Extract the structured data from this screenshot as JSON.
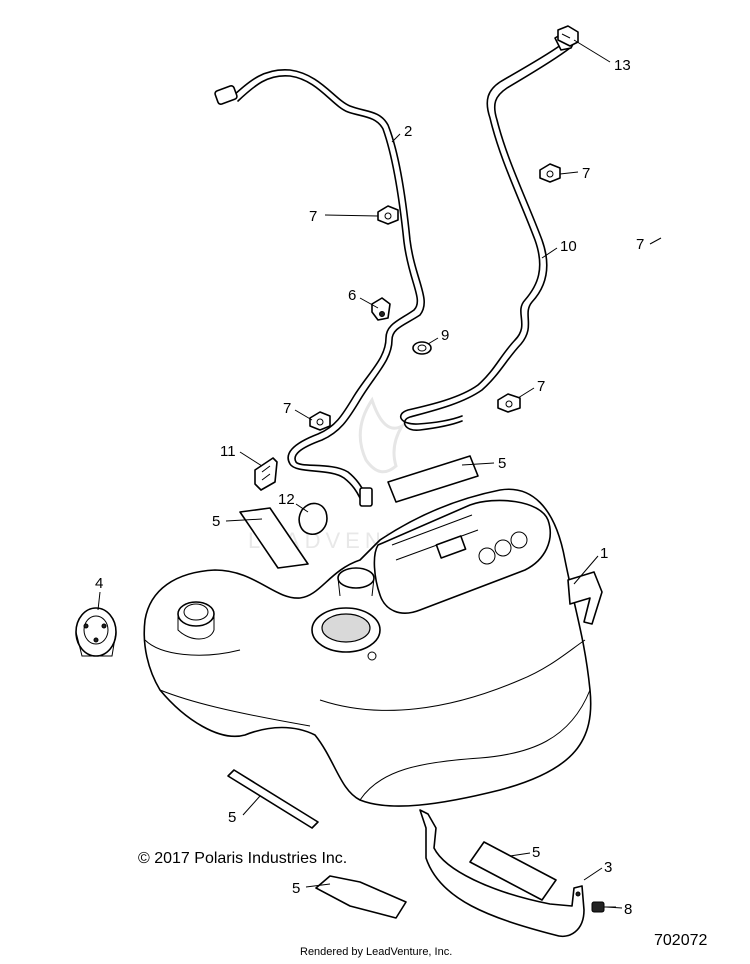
{
  "callouts": [
    {
      "id": "c2",
      "label": "2"
    },
    {
      "id": "c13",
      "label": "13"
    },
    {
      "id": "c7a",
      "label": "7"
    },
    {
      "id": "c7b",
      "label": "7"
    },
    {
      "id": "c7c",
      "label": "7"
    },
    {
      "id": "c10",
      "label": "10"
    },
    {
      "id": "c6",
      "label": "6"
    },
    {
      "id": "c9",
      "label": "9"
    },
    {
      "id": "c7d",
      "label": "7"
    },
    {
      "id": "c7e",
      "label": "7"
    },
    {
      "id": "c11",
      "label": "11"
    },
    {
      "id": "c5a",
      "label": "5"
    },
    {
      "id": "c12",
      "label": "12"
    },
    {
      "id": "c5b",
      "label": "5"
    },
    {
      "id": "c1",
      "label": "1"
    },
    {
      "id": "c4",
      "label": "4"
    },
    {
      "id": "c5c",
      "label": "5"
    },
    {
      "id": "c5d",
      "label": "5"
    },
    {
      "id": "c3",
      "label": "3"
    },
    {
      "id": "c5e",
      "label": "5"
    },
    {
      "id": "c8",
      "label": "8"
    }
  ],
  "footer": {
    "copyright": "© 2017 Polaris Industries Inc.",
    "rendered_by": "Rendered by LeadVenture, Inc.",
    "diagram_id": "702072"
  },
  "watermark": "LEADVENTURE"
}
